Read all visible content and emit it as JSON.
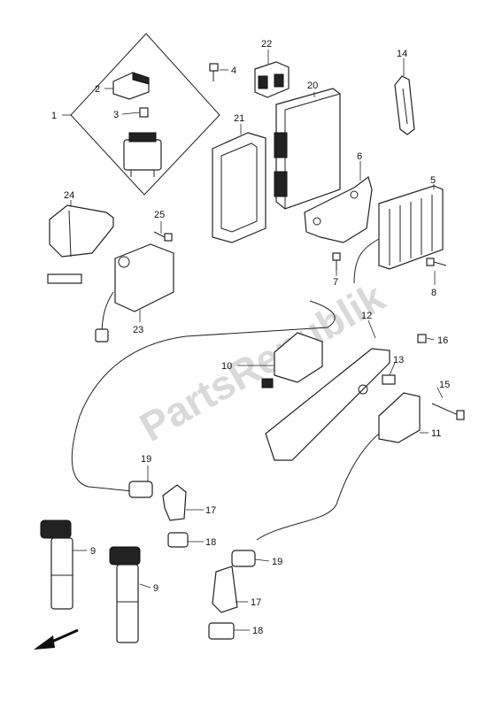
{
  "watermark": "PartsRepublik",
  "callouts": [
    {
      "id": "c1",
      "text": "1"
    },
    {
      "id": "c2",
      "text": "2"
    },
    {
      "id": "c3",
      "text": "3"
    },
    {
      "id": "c4",
      "text": "4"
    },
    {
      "id": "c5",
      "text": "5"
    },
    {
      "id": "c6",
      "text": "6"
    },
    {
      "id": "c7",
      "text": "7"
    },
    {
      "id": "c8",
      "text": "8"
    },
    {
      "id": "c9a",
      "text": "9"
    },
    {
      "id": "c9b",
      "text": "9"
    },
    {
      "id": "c10",
      "text": "10"
    },
    {
      "id": "c11",
      "text": "11"
    },
    {
      "id": "c12",
      "text": "12"
    },
    {
      "id": "c13",
      "text": "13"
    },
    {
      "id": "c14",
      "text": "14"
    },
    {
      "id": "c15",
      "text": "15"
    },
    {
      "id": "c16",
      "text": "16"
    },
    {
      "id": "c17a",
      "text": "17"
    },
    {
      "id": "c17b",
      "text": "17"
    },
    {
      "id": "c18a",
      "text": "18"
    },
    {
      "id": "c18b",
      "text": "18"
    },
    {
      "id": "c19a",
      "text": "19"
    },
    {
      "id": "c19b",
      "text": "19"
    },
    {
      "id": "c20",
      "text": "20"
    },
    {
      "id": "c21",
      "text": "21"
    },
    {
      "id": "c22",
      "text": "22"
    },
    {
      "id": "c23",
      "text": "23"
    },
    {
      "id": "c24",
      "text": "24"
    },
    {
      "id": "c25",
      "text": "25"
    }
  ]
}
